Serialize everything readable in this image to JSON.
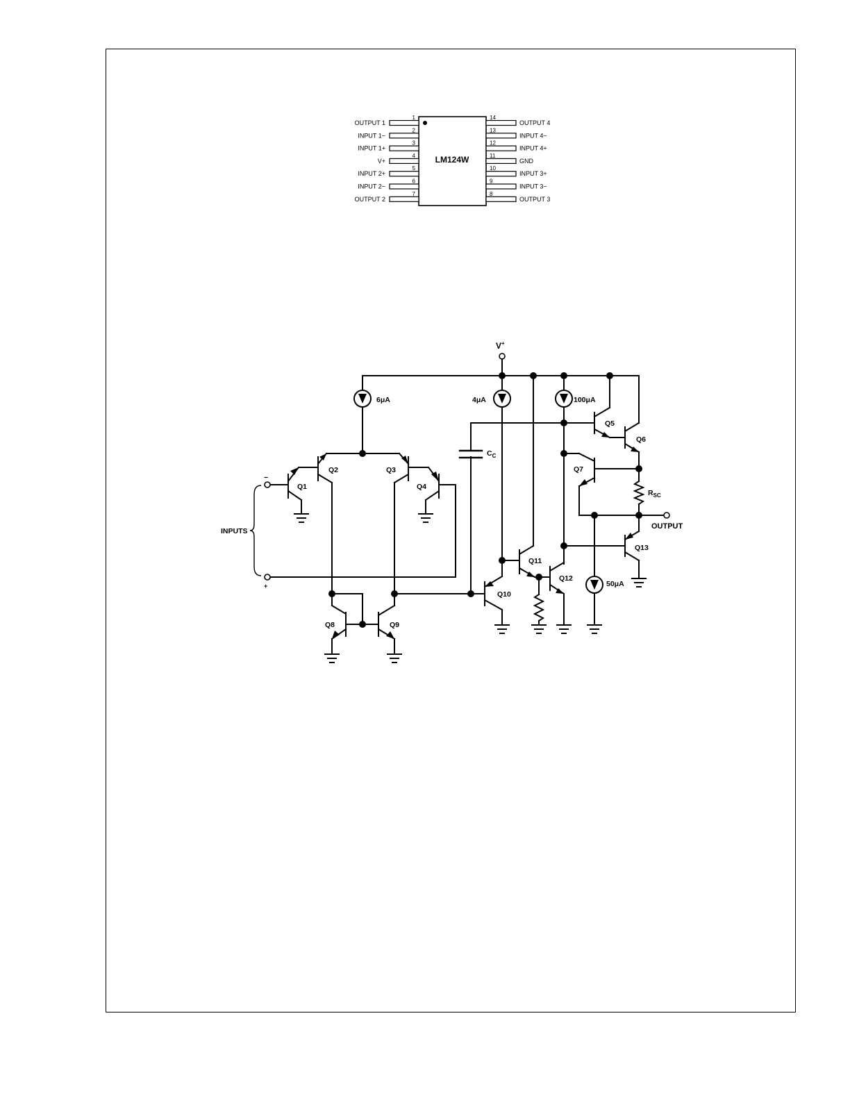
{
  "package": {
    "name": "LM124W",
    "left_pins": [
      {
        "num": "1",
        "label": "OUTPUT 1"
      },
      {
        "num": "2",
        "label": "INPUT 1−"
      },
      {
        "num": "3",
        "label": "INPUT 1+"
      },
      {
        "num": "4",
        "label": "V+"
      },
      {
        "num": "5",
        "label": "INPUT 2+"
      },
      {
        "num": "6",
        "label": "INPUT 2−"
      },
      {
        "num": "7",
        "label": "OUTPUT 2"
      }
    ],
    "right_pins": [
      {
        "num": "14",
        "label": "OUTPUT 4"
      },
      {
        "num": "13",
        "label": "INPUT 4−"
      },
      {
        "num": "12",
        "label": "INPUT 4+"
      },
      {
        "num": "11",
        "label": "GND"
      },
      {
        "num": "10",
        "label": "INPUT 3+"
      },
      {
        "num": "9",
        "label": "INPUT 3−"
      },
      {
        "num": "8",
        "label": "OUTPUT 3"
      }
    ]
  },
  "schematic": {
    "supply_label": "V",
    "supply_sup": "+",
    "inputs_label": "INPUTS",
    "minus_sign": "−",
    "plus_sign": "+",
    "output_label": "OUTPUT",
    "cap_label": "C",
    "cap_sub": "C",
    "res_label": "R",
    "res_sub": "SC",
    "currents": {
      "i6": "6μA",
      "i4": "4μA",
      "i100": "100μA",
      "i50": "50μA"
    },
    "transistors": {
      "q1": "Q1",
      "q2": "Q2",
      "q3": "Q3",
      "q4": "Q4",
      "q5": "Q5",
      "q6": "Q6",
      "q7": "Q7",
      "q8": "Q8",
      "q9": "Q9",
      "q10": "Q10",
      "q11": "Q11",
      "q12": "Q12",
      "q13": "Q13"
    }
  }
}
